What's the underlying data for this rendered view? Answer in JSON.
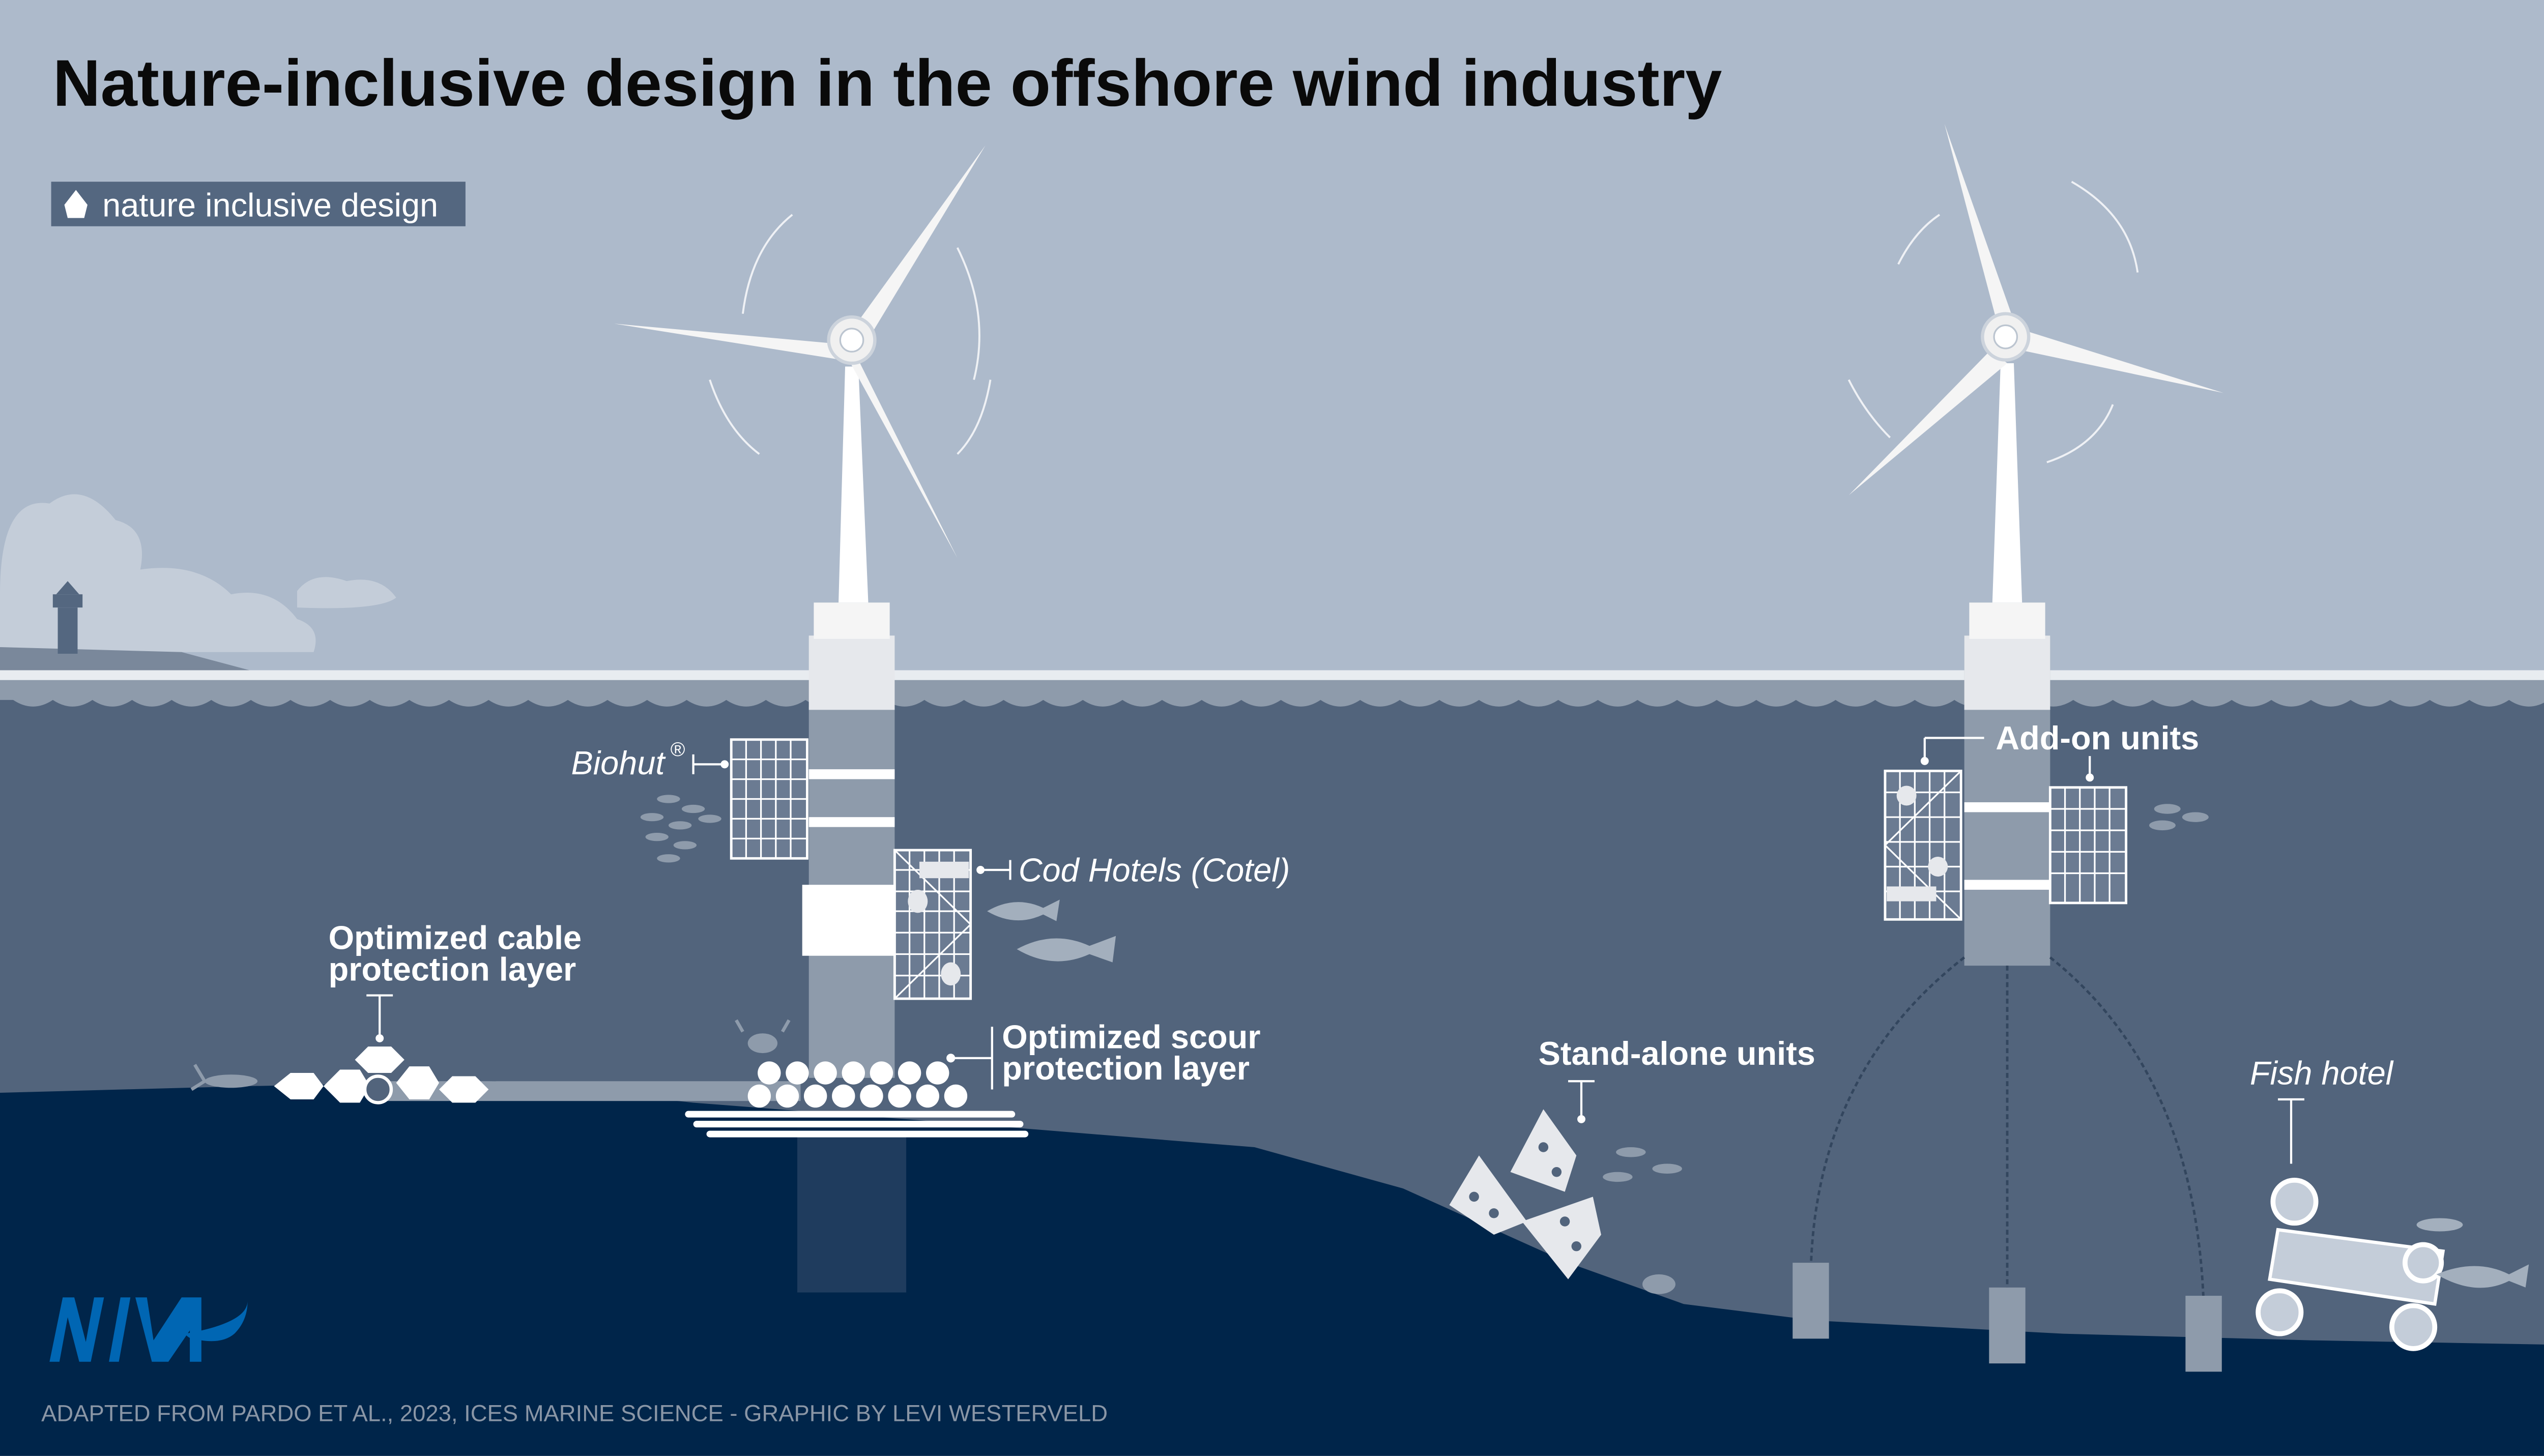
{
  "title": "Nature-inclusive design in the offshore wind industry",
  "legend": {
    "icon": "pentagon-icon",
    "label": "nature inclusive design"
  },
  "labels": {
    "biohut": "Biohut",
    "biohut_mark": "®",
    "cod_hotels": "Cod Hotels (Cotel)",
    "cable_line1": "Optimized cable",
    "cable_line2": "protection layer",
    "scour_line1": "Optimized scour",
    "scour_line2": "protection layer",
    "stand_alone": "Stand-alone units",
    "add_on": "Add-on units",
    "fish_hotel": "Fish hotel"
  },
  "logo": "NIVA",
  "footer": "ADAPTED FROM PARDO ET AL., 2023, ICES MARINE SCIENCE - GRAPHIC BY LEVI WESTERVELD",
  "colors": {
    "sky": "#adbacb",
    "water": "#52647c",
    "seabed": "#00254a",
    "legend_bg": "#546780",
    "logo": "#0066b3"
  }
}
